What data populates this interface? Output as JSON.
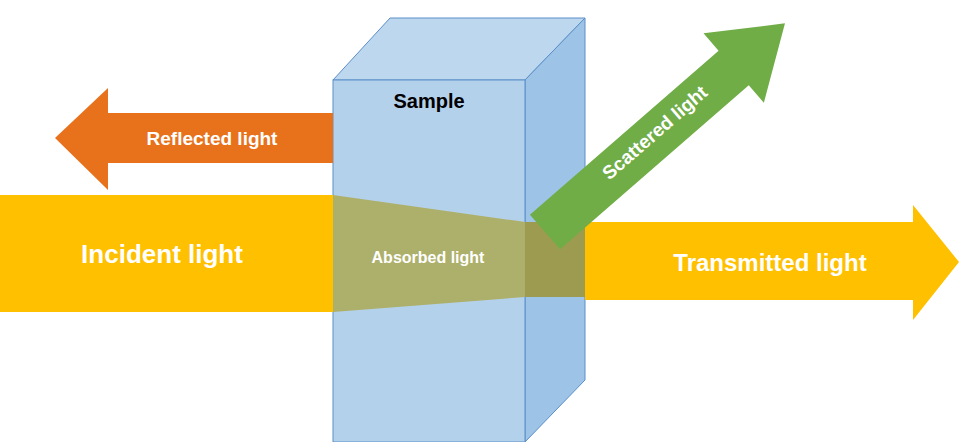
{
  "diagram": {
    "nodes": [
      {
        "text": [
          "Sample"
        ]
      }
    ],
    "labels": [
      "Reflected light",
      "Incident light",
      "Absorbed light",
      "Scattered light",
      "Transmitted light"
    ]
  }
}
